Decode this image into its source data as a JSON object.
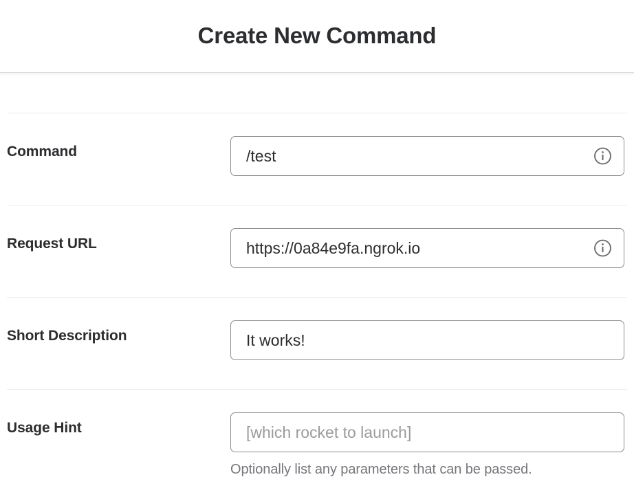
{
  "header": {
    "title": "Create New Command"
  },
  "colors": {
    "title_text": "#2c2d30",
    "label_text": "#2c2d30",
    "input_border": "#8c8c8c",
    "placeholder_text": "#9b9b9b",
    "helper_text": "#73767a",
    "divider": "#ebebeb",
    "icon_gray": "#6e6e6e",
    "background": "#ffffff"
  },
  "form": {
    "rows": [
      {
        "label": "Command",
        "value": "/test",
        "placeholder": "",
        "has_info_icon": true,
        "info_icon_name": "info-icon",
        "helper": ""
      },
      {
        "label": "Request URL",
        "value": "https://0a84e9fa.ngrok.io",
        "placeholder": "",
        "has_info_icon": true,
        "info_icon_name": "info-icon",
        "helper": ""
      },
      {
        "label": "Short Description",
        "value": "It works!",
        "placeholder": "",
        "has_info_icon": false,
        "info_icon_name": "",
        "helper": ""
      },
      {
        "label": "Usage Hint",
        "value": "",
        "placeholder": "[which rocket to launch]",
        "has_info_icon": false,
        "info_icon_name": "",
        "helper": "Optionally list any parameters that can be passed."
      }
    ]
  }
}
